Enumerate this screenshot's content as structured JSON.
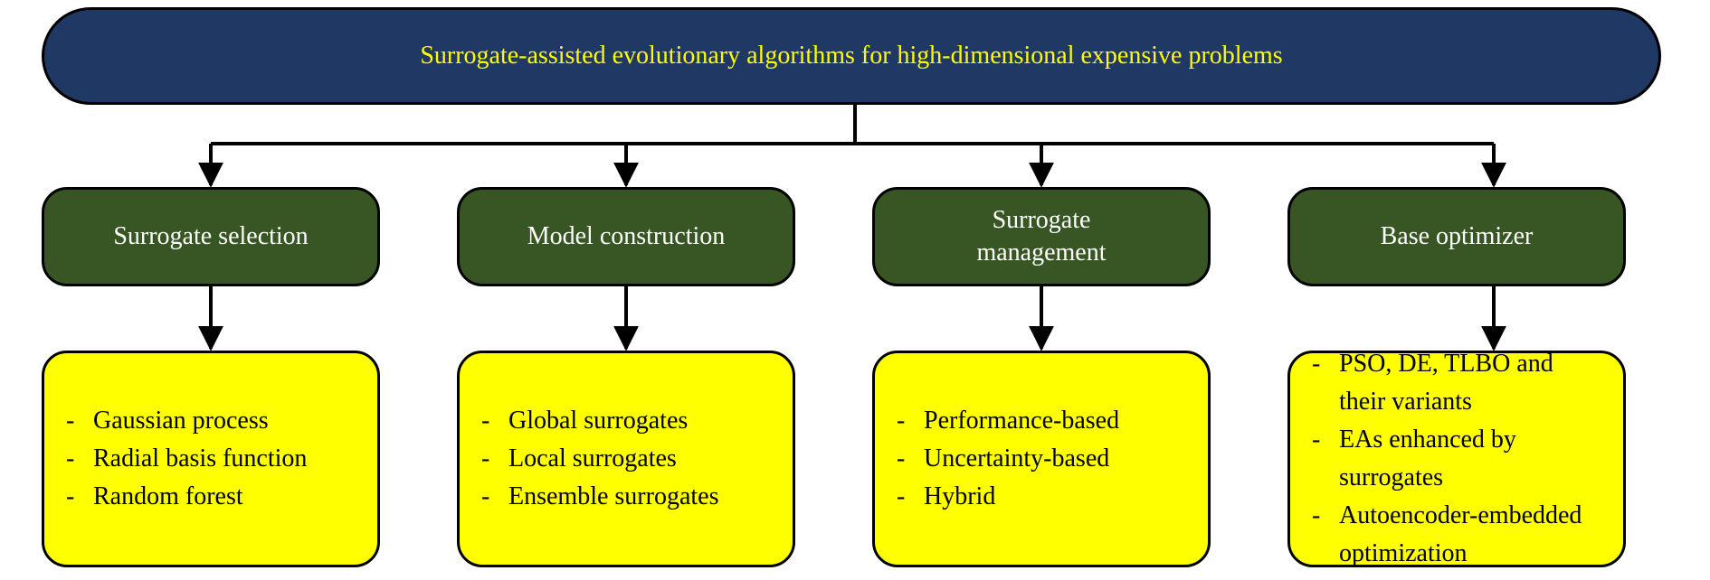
{
  "title": "Surrogate-assisted evolutionary algorithms for high-dimensional expensive problems",
  "categories": [
    {
      "label": "Surrogate selection",
      "items": [
        "Gaussian process",
        "Radial basis function",
        "Random forest"
      ]
    },
    {
      "label": "Model construction",
      "items": [
        "Global surrogates",
        "Local surrogates",
        "Ensemble surrogates"
      ]
    },
    {
      "label": "Surrogate\nmanagement",
      "items": [
        "Performance-based",
        "Uncertainty-based",
        "Hybrid"
      ]
    },
    {
      "label": "Base optimizer",
      "items": [
        "PSO, DE, TLBO and",
        "their variants",
        "EAs enhanced by surrogates",
        "Autoencoder-embedded",
        "optimization"
      ]
    }
  ],
  "colors": {
    "root_fill": "#203864",
    "root_text": "#ffff00",
    "category_fill": "#375623",
    "category_text": "#ffffff",
    "detail_fill": "#ffff00",
    "detail_text": "#000000",
    "line": "#000000"
  }
}
